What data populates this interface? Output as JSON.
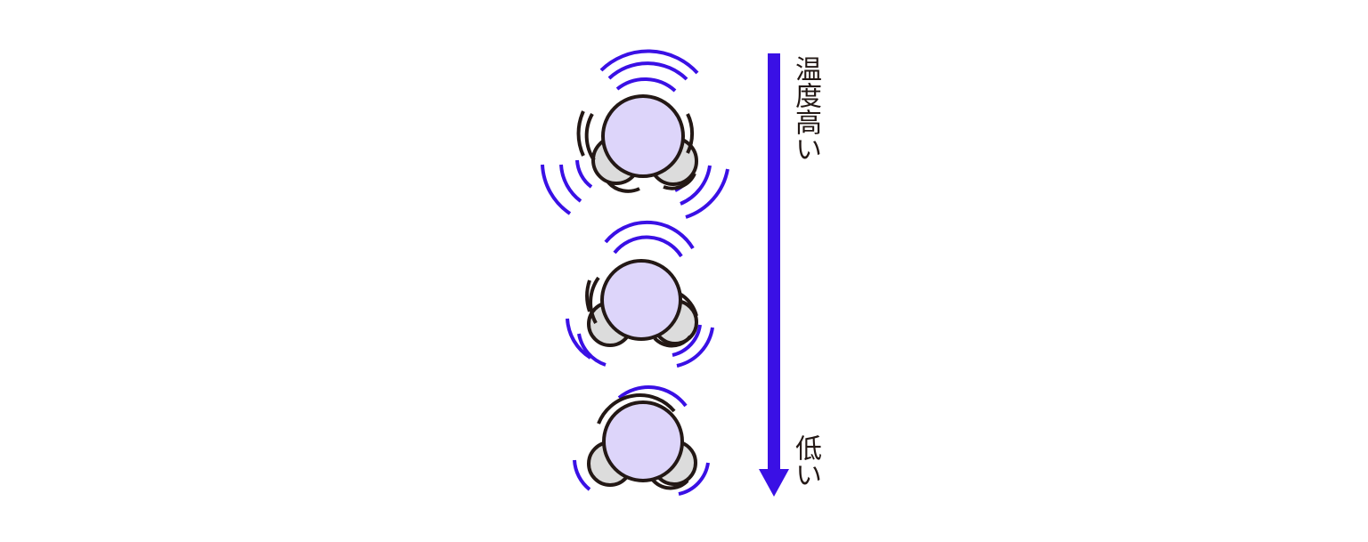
{
  "labels": {
    "high": "温度高い",
    "low": "低い"
  },
  "colors": {
    "arrow": "#3a10e5",
    "vibration": "#3a10e5",
    "outline": "#231815",
    "center_atom": "#ddd5fa",
    "side_atom": "#dcdcdc"
  },
  "molecules": [
    {
      "level": "high"
    },
    {
      "level": "medium"
    },
    {
      "level": "low"
    }
  ]
}
